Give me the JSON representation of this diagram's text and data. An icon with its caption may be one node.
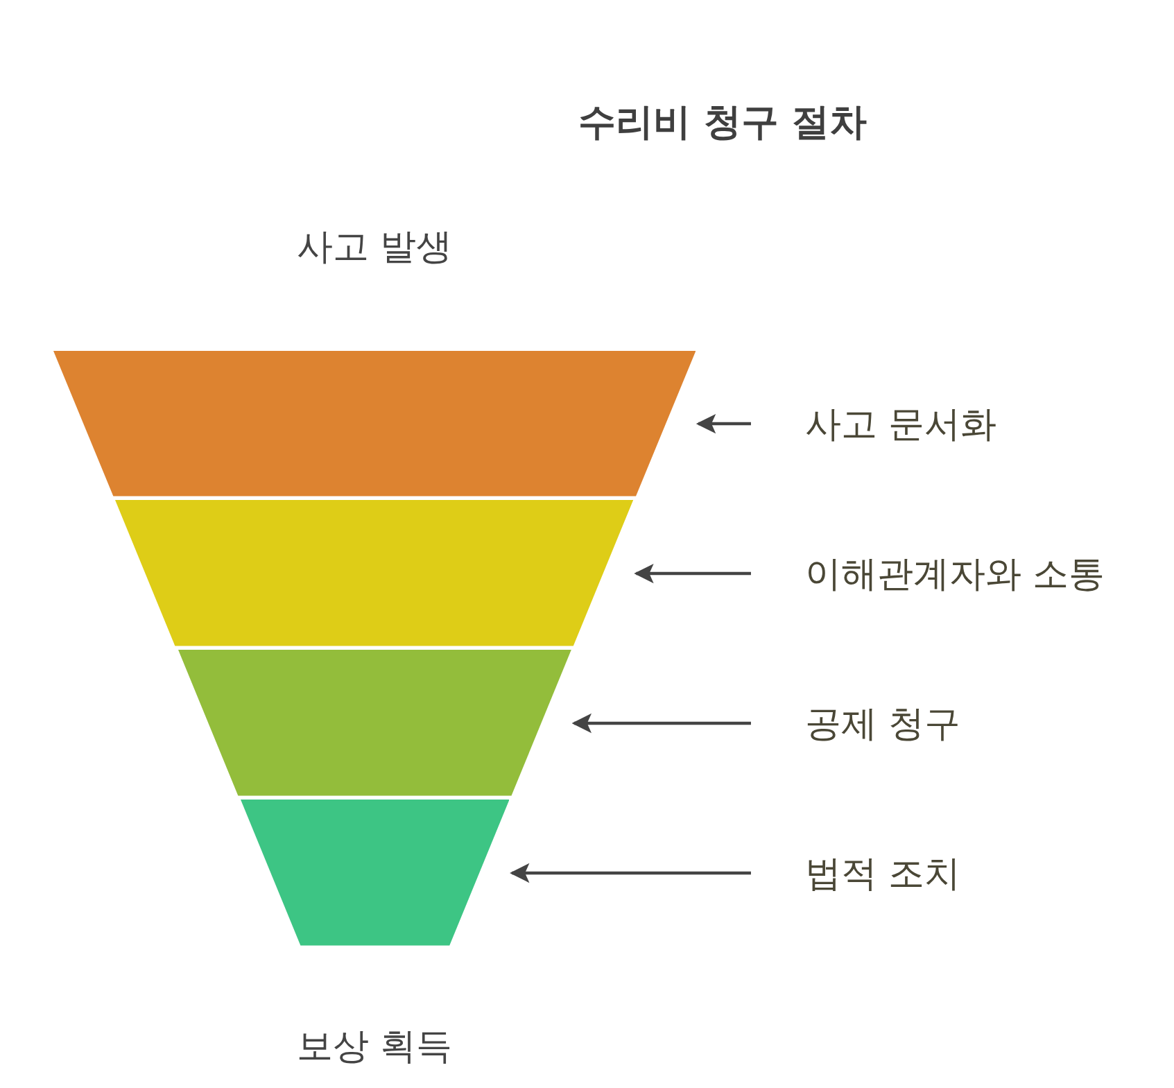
{
  "diagram": {
    "title": "수리비 청구 절차",
    "nodes": [
      {
        "text": [],
        "shape": "band"
      },
      {
        "text": [],
        "shape": "band"
      },
      {
        "text": [],
        "shape": "band"
      },
      {
        "text": [],
        "shape": "band"
      },
      {
        "text": [
          "사고 문서화"
        ]
      },
      {
        "text": [
          "이해관계자와 소통"
        ]
      },
      {
        "text": [
          "공제 청구"
        ]
      },
      {
        "text": [
          "법적 조치"
        ]
      }
    ],
    "edges": [
      {
        "from": 4,
        "to": 0,
        "arrow": "to"
      },
      {
        "from": 5,
        "to": 1,
        "arrow": "to"
      },
      {
        "from": 6,
        "to": 2,
        "arrow": "to"
      },
      {
        "from": 7,
        "to": 3,
        "arrow": "to"
      }
    ],
    "labels": [
      "사고 발생",
      "보상 획득"
    ]
  }
}
